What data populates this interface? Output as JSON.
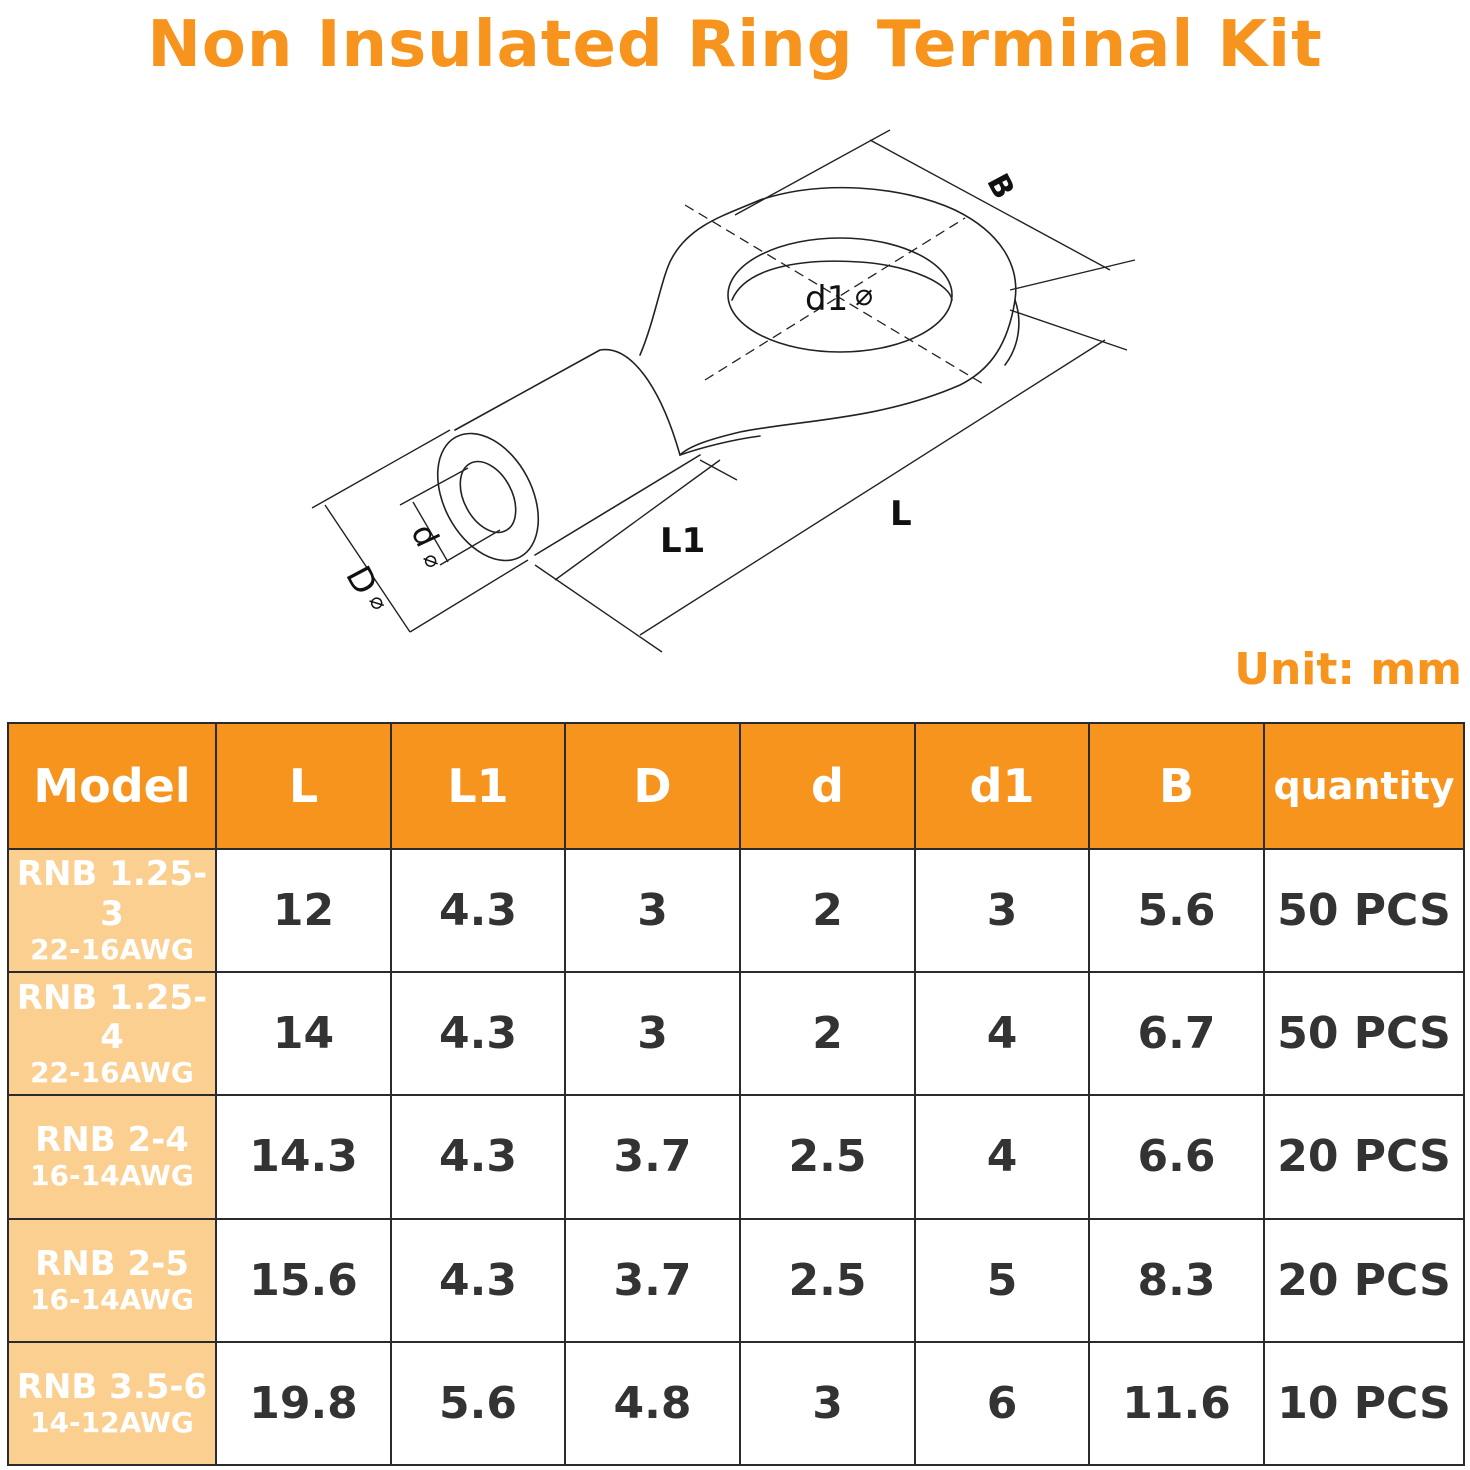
{
  "title": "Non Insulated Ring Terminal Kit",
  "unit_label": "Unit: mm",
  "diagram": {
    "labels": {
      "B": "B",
      "d1": "d1",
      "L": "L",
      "L1": "L1",
      "D": "D",
      "d": "d",
      "diameter_symbol": "⌀"
    }
  },
  "colors": {
    "accent": "#f7941d",
    "model_cell_bg": "#fbcf8f",
    "text": "#333333"
  },
  "table": {
    "headers": [
      "Model",
      "L",
      "L1",
      "D",
      "d",
      "d1",
      "B",
      "quantity"
    ],
    "rows": [
      {
        "model": "RNB 1.25-3",
        "awg": "22-16AWG",
        "L": "12",
        "L1": "4.3",
        "D": "3",
        "d": "2",
        "d1": "3",
        "B": "5.6",
        "quantity": "50 PCS"
      },
      {
        "model": "RNB 1.25-4",
        "awg": "22-16AWG",
        "L": "14",
        "L1": "4.3",
        "D": "3",
        "d": "2",
        "d1": "4",
        "B": "6.7",
        "quantity": "50 PCS"
      },
      {
        "model": "RNB 2-4",
        "awg": "16-14AWG",
        "L": "14.3",
        "L1": "4.3",
        "D": "3.7",
        "d": "2.5",
        "d1": "4",
        "B": "6.6",
        "quantity": "20 PCS"
      },
      {
        "model": "RNB 2-5",
        "awg": "16-14AWG",
        "L": "15.6",
        "L1": "4.3",
        "D": "3.7",
        "d": "2.5",
        "d1": "5",
        "B": "8.3",
        "quantity": "20 PCS"
      },
      {
        "model": "RNB 3.5-6",
        "awg": "14-12AWG",
        "L": "19.8",
        "L1": "5.6",
        "D": "4.8",
        "d": "3",
        "d1": "6",
        "B": "11.6",
        "quantity": "10 PCS"
      }
    ]
  }
}
